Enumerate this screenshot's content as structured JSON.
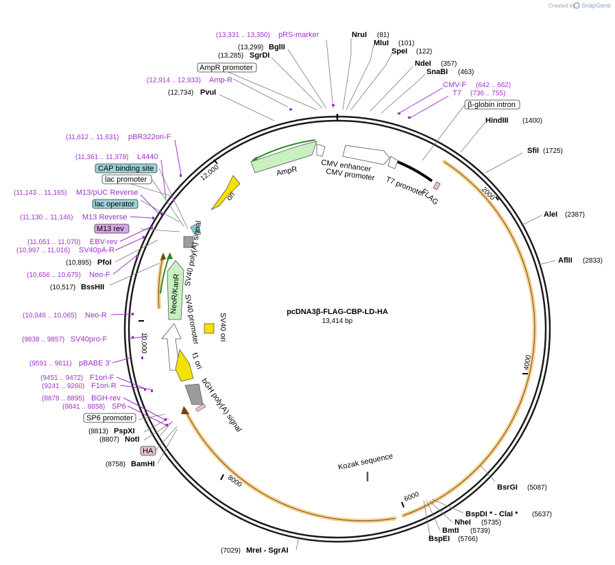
{
  "credit": {
    "prefix": "Created by",
    "brand": "SnapGene"
  },
  "plasmid": {
    "name": "pcDNA3β-FLAG-CBP-LD-HA",
    "size_label": "13,414 bp"
  },
  "ticks": [
    "2000",
    "4000",
    "6000",
    "8000",
    "10,000",
    "12,000"
  ],
  "enzymes": [
    {
      "name": "NruI",
      "pos": "(81)"
    },
    {
      "name": "MluI",
      "pos": "(101)"
    },
    {
      "name": "SpeI",
      "pos": "(122)"
    },
    {
      "name": "NdeI",
      "pos": "(357)"
    },
    {
      "name": "SnaBI",
      "pos": "(463)"
    },
    {
      "name": "HindIII",
      "pos": "(1400)"
    },
    {
      "name": "SfiI",
      "pos": "(1725)"
    },
    {
      "name": "AleI",
      "pos": "(2387)"
    },
    {
      "name": "AflII",
      "pos": "(2833)"
    },
    {
      "name": "BsrGI",
      "pos": "(5087)"
    },
    {
      "name": "BspDI * - ClaI *",
      "pos": "(5637)"
    },
    {
      "name": "NheI",
      "pos": "(5735)"
    },
    {
      "name": "BmtI",
      "pos": "(5739)"
    },
    {
      "name": "BspEI",
      "pos": "(5766)"
    },
    {
      "name": "MreI - SgrAI",
      "pos": "(7029)"
    },
    {
      "name": "BamHI",
      "pos": "(8758)"
    },
    {
      "name": "NotI",
      "pos": "(8807)"
    },
    {
      "name": "PspXI",
      "pos": "(8813)"
    },
    {
      "name": "BssHII",
      "pos": "(10,517)"
    },
    {
      "name": "PfoI",
      "pos": "(10,895)"
    },
    {
      "name": "PvuI",
      "pos": "(12,734)"
    },
    {
      "name": "SgrDI",
      "pos": "(13,285)"
    },
    {
      "name": "BglII",
      "pos": "(13,299)"
    }
  ],
  "primers": [
    {
      "name": "pRS-marker",
      "pos": "(13,331 .. 13,350)"
    },
    {
      "name": "Amp-R",
      "pos": "(12,914 .. 12,933)"
    },
    {
      "name": "CMV-F",
      "pos": "(642 .. 662)"
    },
    {
      "name": "T7",
      "pos": "(736 .. 755)"
    },
    {
      "name": "pBR322ori-F",
      "pos": "(11,612 .. 11,631)"
    },
    {
      "name": "L4440",
      "pos": "(11,361 .. 11,378)"
    },
    {
      "name": "M13/pUC Reverse",
      "pos": "(11,143 .. 11,165)"
    },
    {
      "name": "M13 Reverse",
      "pos": "(11,130 .. 11,146)"
    },
    {
      "name": "EBV-rev",
      "pos": "(11,051 .. 11,070)"
    },
    {
      "name": "SV40pA-R",
      "pos": "(10,997 .. 11,016)"
    },
    {
      "name": "Neo-F",
      "pos": "(10,656 .. 10,675)"
    },
    {
      "name": "Neo-R",
      "pos": "(10,046 .. 10,065)"
    },
    {
      "name": "SV40pro-F",
      "pos": "(9838 .. 9857)"
    },
    {
      "name": "pBABE 3'",
      "pos": "(9591 .. 9611)"
    },
    {
      "name": "F1ori-F",
      "pos": "(9451 .. 9472)"
    },
    {
      "name": "F1ori-R",
      "pos": "(9241 .. 9260)"
    },
    {
      "name": "BGH-rev",
      "pos": "(8878 .. 8895)"
    },
    {
      "name": "SP6",
      "pos": "(8841 .. 8858)"
    }
  ],
  "boxed_features": [
    {
      "label": "AmpR promoter"
    },
    {
      "label": "β-globin intron"
    },
    {
      "label": "CAP binding site"
    },
    {
      "label": "lac promoter"
    },
    {
      "label": "lac operator"
    },
    {
      "label": "M13 rev"
    },
    {
      "label": "SP6 promoter"
    },
    {
      "label": "HA"
    }
  ],
  "features": [
    {
      "label": "CMV enhancer"
    },
    {
      "label": "CMV promoter"
    },
    {
      "label": "T7 promoter"
    },
    {
      "label": "FLAG"
    },
    {
      "label": "AmpR"
    },
    {
      "label": "ori"
    },
    {
      "label": "SV40 poly(A) signal"
    },
    {
      "label": "NeoR/KanR"
    },
    {
      "label": "SV40 promoter"
    },
    {
      "label": "SV40 ori"
    },
    {
      "label": "f1 ori"
    },
    {
      "label": "bGH poly(A) signal"
    },
    {
      "label": "Kozak sequence"
    }
  ],
  "colors": {
    "backbone": "#1a1a1a",
    "cds": "#f0a830",
    "primer": "#a030c8",
    "green_feature": "#c8f0c0",
    "green_arrow": "#2a8a2a",
    "yellow_feature": "#f5e100",
    "gray_feature": "#9a9ca0",
    "cap_box": "#9ed0d8",
    "m13_box": "#d8a8e8",
    "ha_box": "#e8c4cc"
  }
}
